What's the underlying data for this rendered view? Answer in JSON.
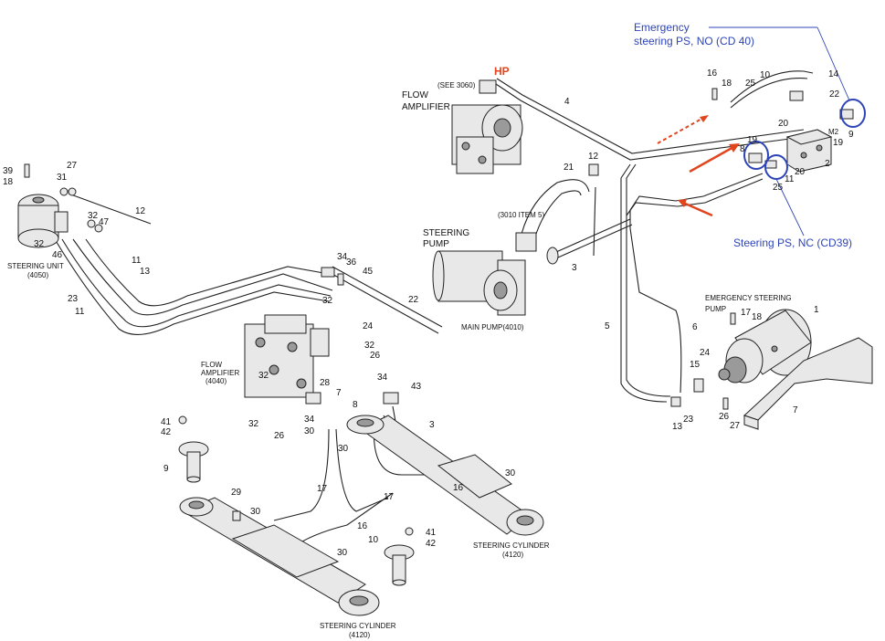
{
  "annotations": {
    "emergency_no_line1": "Emergency",
    "emergency_no_line2": "steering PS, NO (CD 40)",
    "steering_nc": "Steering PS, NC (CD39)",
    "hp": "HP",
    "color_annotation": "#2d44b8",
    "color_arrow": "#e0451e"
  },
  "components": {
    "flow_amplifier_top_1": "FLOW",
    "flow_amplifier_top_2": "AMPLIFIER",
    "see_3060": "(SEE 3060)",
    "see_3010": "(3010 ITEM 5)",
    "steering_pump_1": "STEERING",
    "steering_pump_2": "PUMP",
    "main_pump": "MAIN PUMP(4010)",
    "steering_unit_1": "STEERING UNIT",
    "steering_unit_2": "(4050)",
    "flow_amplifier_mid_1": "FLOW",
    "flow_amplifier_mid_2": "AMPLIFIER",
    "flow_amplifier_mid_3": "(4040)",
    "emergency_pump_1": "EMERGENCY  STEERING",
    "emergency_pump_2": "PUMP",
    "cylinder_right_1": "STEERING CYLINDER",
    "cylinder_right_2": "(4120)",
    "cylinder_left_1": "STEERING CYLINDER",
    "cylinder_left_2": "(4120)"
  },
  "numbers": {
    "n39": "39",
    "n18a": "18",
    "n31": "31",
    "n27a": "27",
    "n12a": "12",
    "n32a": "32",
    "n47": "47",
    "n46": "46",
    "n32b": "32",
    "n11a": "11",
    "n13a": "13",
    "n23": "23",
    "n11b": "11",
    "n34a": "34",
    "n36": "36",
    "n45": "45",
    "n22a": "22",
    "n32c": "32",
    "n24a": "24",
    "n32d": "32",
    "n26a": "26",
    "n28": "28",
    "n32e": "32",
    "n34b": "34",
    "n43": "43",
    "n7a": "7",
    "n8a": "8",
    "n32f": "32",
    "n34c": "34",
    "n26b": "26",
    "n30a": "30",
    "n30b": "30",
    "n3a": "3",
    "n41a": "41",
    "n42a": "42",
    "n9a": "9",
    "n29": "29",
    "n30c": "30",
    "n17a": "17",
    "n17b": "17",
    "n16a": "16",
    "n16b": "16",
    "n30d": "30",
    "n30e": "30",
    "n41b": "41",
    "n42b": "42",
    "n10a": "10",
    "n16c": "16",
    "n18b": "18",
    "n10b": "10",
    "n14": "14",
    "n25a": "25",
    "n22b": "22",
    "n20a": "20",
    "n4": "4",
    "n19a": "19",
    "n8b": "8",
    "n25b": "25",
    "n11c": "11",
    "n20b": "20",
    "n2": "2",
    "n19b": "19",
    "n9b": "9",
    "m2": "M2",
    "n21": "21",
    "n12b": "12",
    "n3b": "3",
    "n5": "5",
    "n6": "6",
    "n17c": "17",
    "n18c": "18",
    "n1": "1",
    "n24b": "24",
    "n15": "15",
    "n13b": "13",
    "n23b": "23",
    "n26c": "26",
    "n27b": "27",
    "n7b": "7"
  }
}
